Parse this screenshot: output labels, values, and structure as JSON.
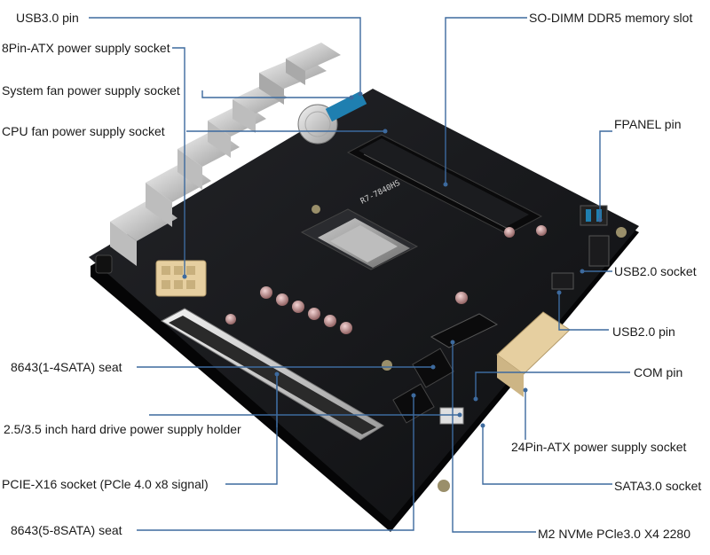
{
  "labels": {
    "usb30_pin": "USB3.0 pin",
    "atx8_socket": "8Pin-ATX power supply socket",
    "sys_fan": "System fan power supply socket",
    "cpu_fan": "CPU fan power supply socket",
    "sata_8643_a": "8643(1-4SATA) seat",
    "hdd_power": "2.5/3.5 inch hard drive power supply holder",
    "pcie": "PCIE-X16 socket (PCle 4.0 x8 signal)",
    "sata_8643_b": "8643(5-8SATA) seat",
    "sodimm": "SO-DIMM DDR5 memory slot",
    "fpanel": "FPANEL pin",
    "usb20_socket": "USB2.0 socket",
    "usb20_pin": "USB2.0 pin",
    "com_pin": "COM pin",
    "atx24_socket": "24Pin-ATX power supply socket",
    "sata30_socket": "SATA3.0 socket",
    "m2_nvme": "M2 NVMe PCle3.0 X4 2280"
  },
  "board": {
    "cpu_marking": "R7-7840HS",
    "colors": {
      "pcb": "#16171a",
      "leader": "#3d6a9e",
      "header": "#1f7fb0",
      "atx": "#e6cfa0"
    }
  }
}
